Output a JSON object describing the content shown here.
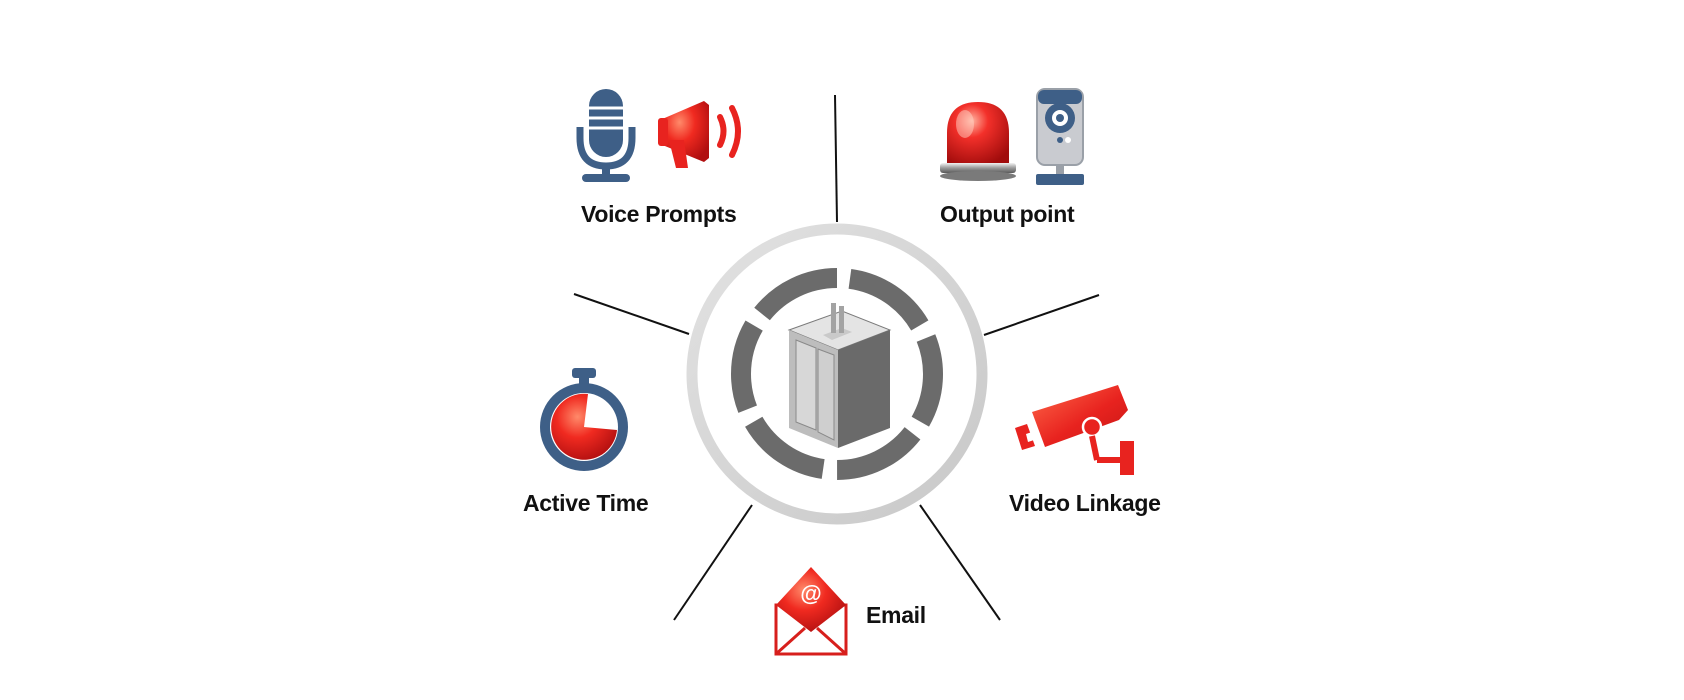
{
  "center": {
    "icon": "elevator-icon"
  },
  "colors": {
    "red": "#e8231f",
    "blue": "#3e5f87",
    "ring_outer": "#d4d4d4",
    "ring_segments": "#6b6b6b",
    "line": "#111111"
  },
  "features": [
    {
      "id": "voice",
      "label": "Voice Prompts",
      "icons": [
        "microphone-icon",
        "megaphone-icon"
      ]
    },
    {
      "id": "output",
      "label": "Output point",
      "icons": [
        "siren-light-icon",
        "camera-device-icon"
      ]
    },
    {
      "id": "video",
      "label": "Video Linkage",
      "icons": [
        "cctv-camera-icon"
      ]
    },
    {
      "id": "email",
      "label": "Email",
      "icons": [
        "email-envelope-icon"
      ]
    },
    {
      "id": "active",
      "label": "Active Time",
      "icons": [
        "stopwatch-icon"
      ]
    }
  ]
}
